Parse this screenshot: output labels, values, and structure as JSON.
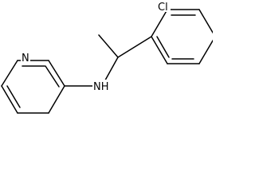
{
  "structure": {
    "atoms": {
      "chlorine": "Cl",
      "pyridine_nitrogen": "N",
      "amine_nitrogen": "NH"
    }
  },
  "colors": {
    "background": "#ffffff",
    "bond": "#000000",
    "text": "#000000"
  }
}
